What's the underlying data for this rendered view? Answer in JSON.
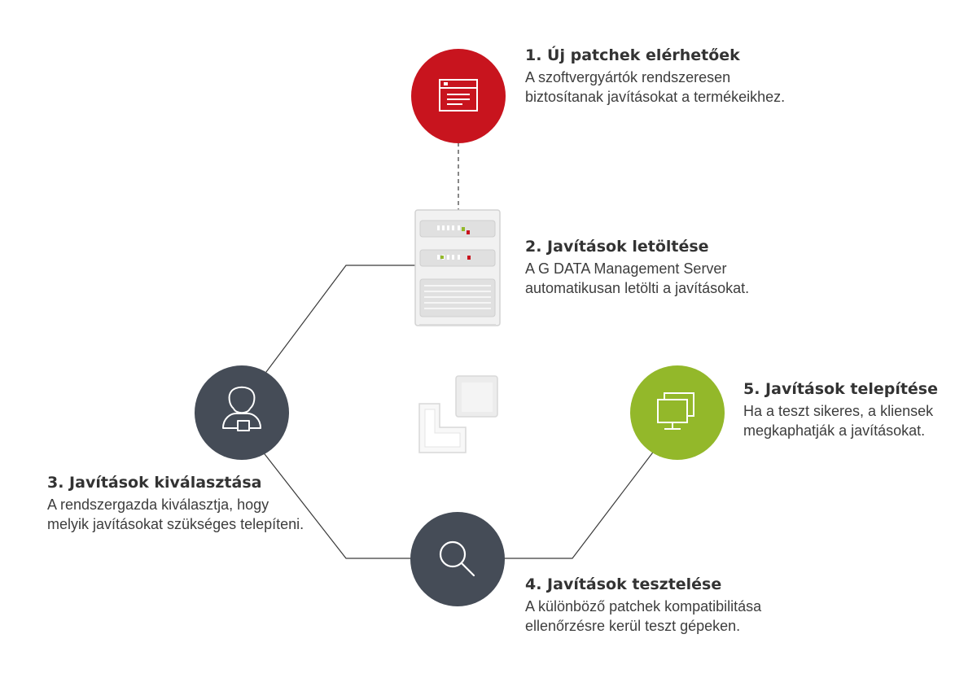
{
  "colors": {
    "red": "#c8141e",
    "slate": "#454c57",
    "green": "#93b82a",
    "line": "#3a3a3a"
  },
  "steps": [
    {
      "title": "1. Új patchek elérhetőek",
      "desc_lines": [
        "A szoftvergyártók rendszeresen",
        "biztosítanak javításokat a termékeikhez."
      ],
      "icon": "browser-window-icon"
    },
    {
      "title": "2. Javítások letöltése",
      "desc_lines": [
        "A G DATA Management Server",
        "automatikusan letölti a javításokat."
      ],
      "icon": "server-icon"
    },
    {
      "title": "3. Javítások kiválasztása",
      "desc_lines": [
        "A rendszergazda kiválasztja, hogy",
        "melyik javításokat szükséges telepíteni."
      ],
      "icon": "administrator-icon"
    },
    {
      "title": "4. Javítások tesztelése",
      "desc_lines": [
        "A különböző patchek kompatibilitása",
        "ellenőrzésre kerül teszt gépeken."
      ],
      "icon": "magnifier-icon"
    },
    {
      "title": "5. Javítások telepítése",
      "desc_lines": [
        "Ha a teszt sikeres, a kliensek",
        "megkaphatják a javításokat."
      ],
      "icon": "monitors-icon"
    }
  ]
}
